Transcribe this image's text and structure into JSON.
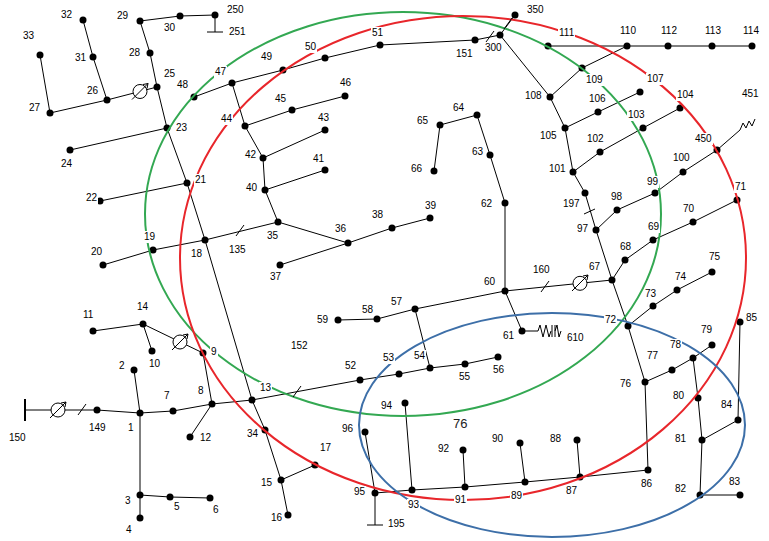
{
  "diagram": {
    "labels": [
      "150",
      "149",
      "1",
      "2",
      "3",
      "4",
      "5",
      "6",
      "7",
      "8",
      "12",
      "9",
      "14",
      "11",
      "10",
      "13",
      "152",
      "52",
      "53",
      "54",
      "55",
      "56",
      "57",
      "58",
      "59",
      "60",
      "160",
      "67",
      "61",
      "610",
      "62",
      "63",
      "64",
      "65",
      "66",
      "18",
      "135",
      "35",
      "19",
      "20",
      "21",
      "22",
      "23",
      "24",
      "25",
      "26",
      "27",
      "28",
      "29",
      "30",
      "250",
      "251",
      "31",
      "32",
      "33",
      "34",
      "15",
      "16",
      "17",
      "36",
      "37",
      "38",
      "39",
      "40",
      "41",
      "42",
      "43",
      "44",
      "45",
      "46",
      "47",
      "48",
      "49",
      "50",
      "51",
      "151",
      "300",
      "350",
      "111",
      "110",
      "112",
      "113",
      "114",
      "109",
      "108",
      "106",
      "107",
      "105",
      "102",
      "103",
      "104",
      "101",
      "100",
      "99",
      "98",
      "197",
      "97",
      "450",
      "451",
      "68",
      "69",
      "70",
      "71",
      "72",
      "73",
      "74",
      "75",
      "76",
      "77",
      "78",
      "79",
      "85",
      "80",
      "81",
      "82",
      "83",
      "84",
      "86",
      "87",
      "88",
      "89",
      "90",
      "91",
      "92",
      "93",
      "94",
      "95",
      "96",
      "195",
      "76"
    ]
  }
}
